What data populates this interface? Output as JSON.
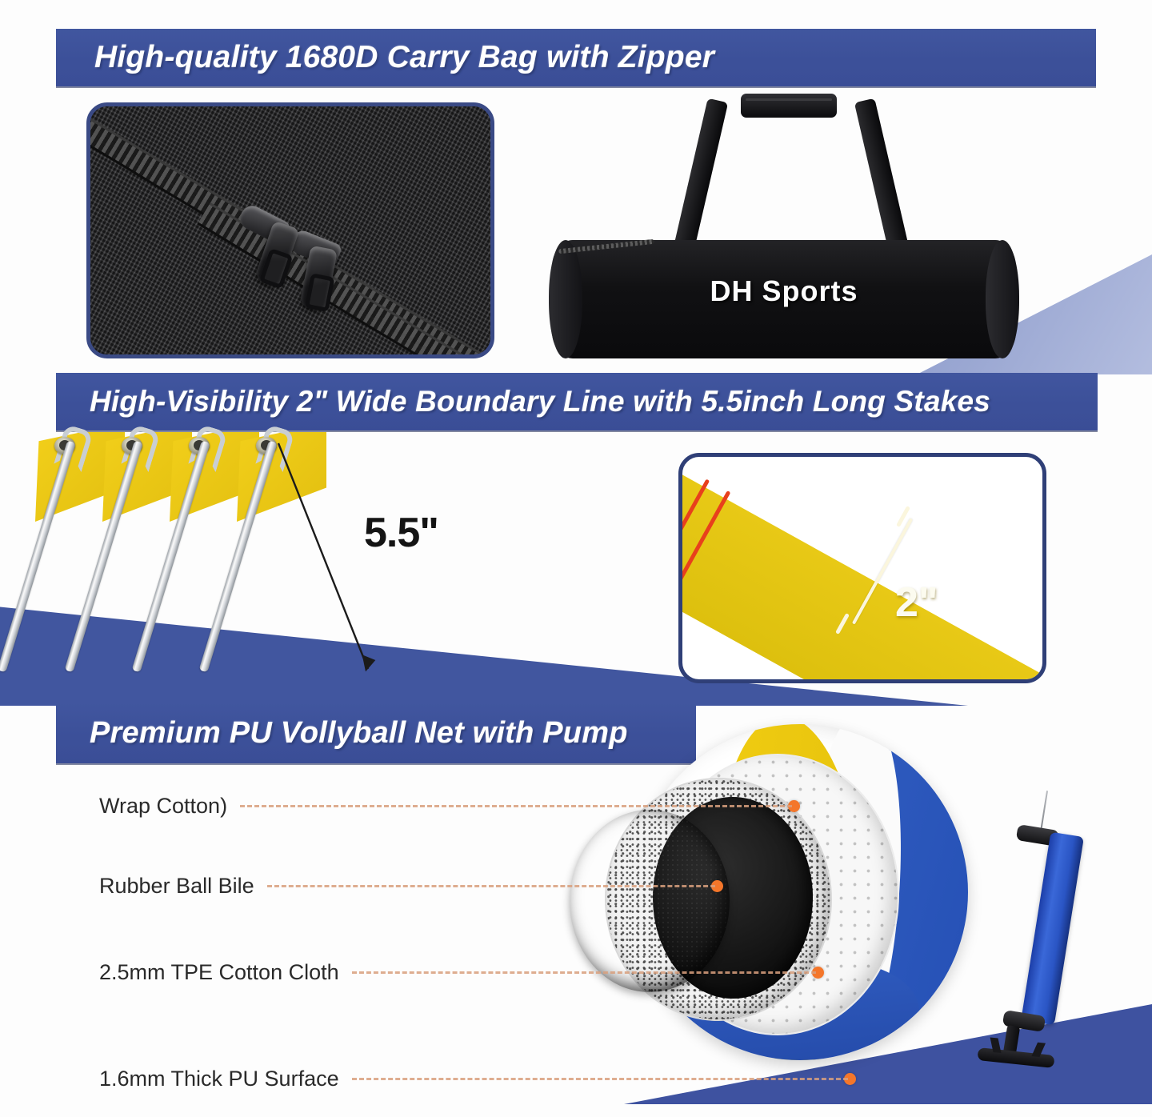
{
  "colors": {
    "banner_blue": "#41569f",
    "wedge_blue": "#3e52a0",
    "panel_border": "#2f3f77",
    "boundary_yellow": "#e8c916",
    "stitch_red": "#e8401c",
    "callout_dot_orange": "#f4762a",
    "lead_line": "#d9a07e",
    "pump_blue": "#2a55c4",
    "ball_blue": "#2f5bbf",
    "ball_yellow": "#f0cc12",
    "bag_black": "#111113"
  },
  "sections": [
    {
      "id": "carry-bag",
      "banner_title": "High-quality 1680D Carry Bag with  Zipper",
      "zipper_panel": {
        "caption": ""
      },
      "bag": {
        "brand_label": "DH  Sports"
      }
    },
    {
      "id": "boundary-line",
      "banner_title": "High-Visibility 2\" Wide Boundary Line with 5.5inch Long Stakes",
      "stake_dimension": "5.5\"",
      "line_width_dimension": "2\"",
      "stake_count": 4
    },
    {
      "id": "volleyball-net-pump",
      "banner_title": "Premium PU Vollyball Net with Pump",
      "callouts": [
        {
          "label": "Wrap Cotton)"
        },
        {
          "label": "Rubber Ball Bile"
        },
        {
          "label": "2.5mm TPE Cotton Cloth"
        },
        {
          "label": "1.6mm Thick PU Surface"
        }
      ]
    }
  ]
}
